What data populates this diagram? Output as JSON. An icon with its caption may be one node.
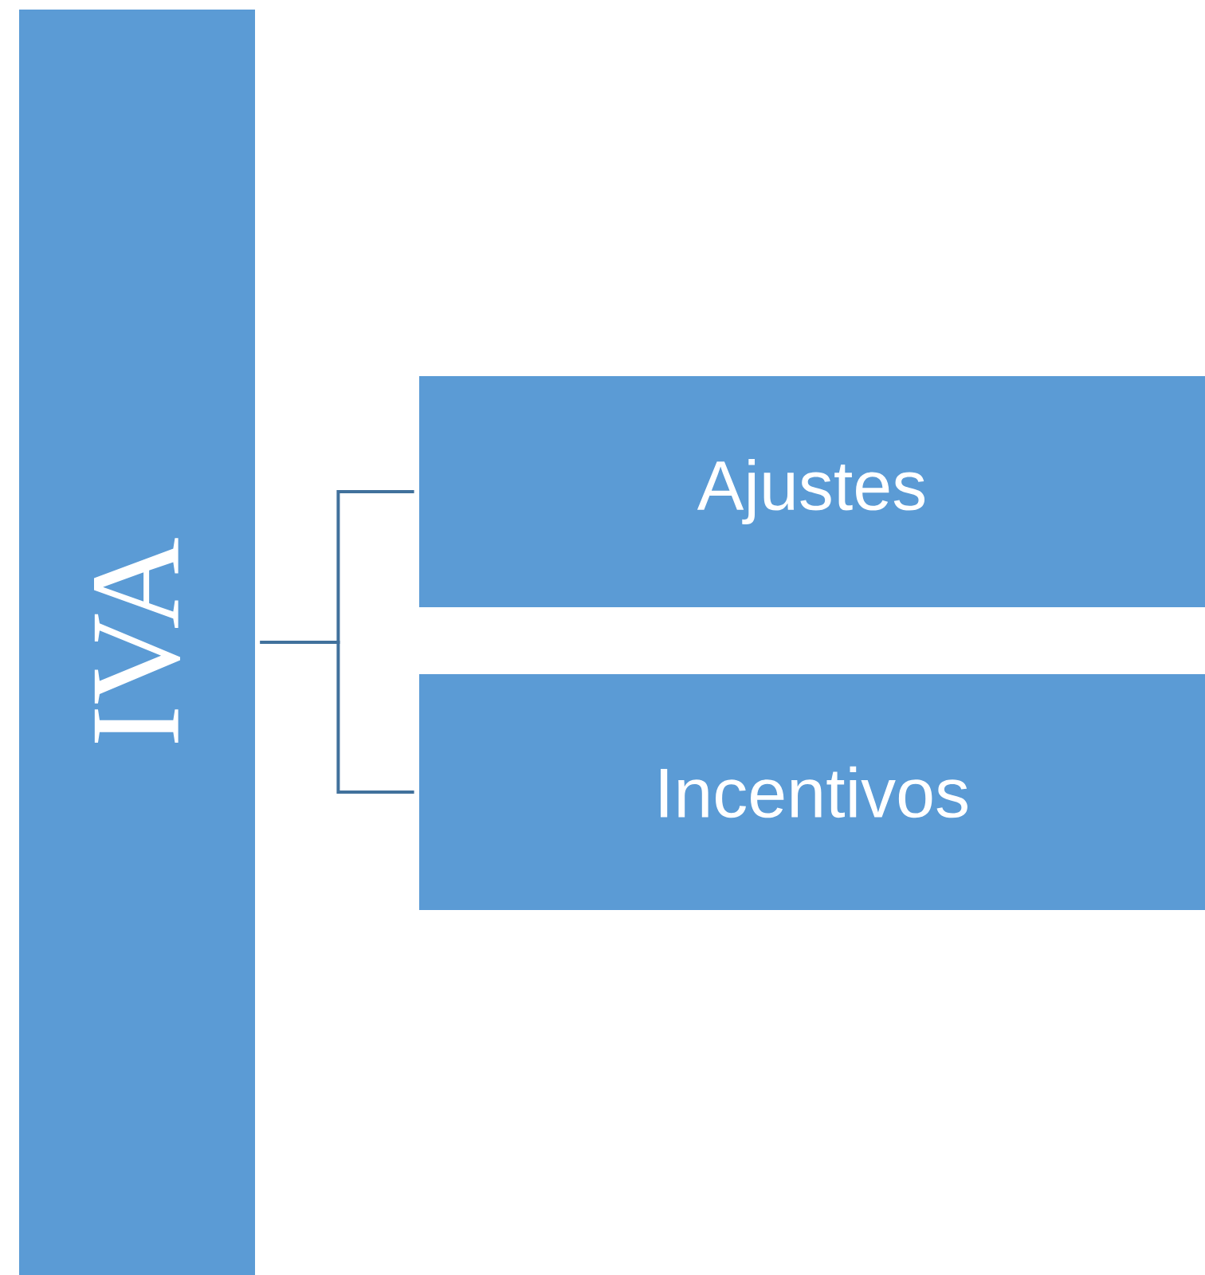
{
  "diagram": {
    "nodes": [
      {
        "text": [
          "IVA"
        ]
      },
      {
        "text": [
          "Ajustes"
        ]
      },
      {
        "text": [
          "Incentivos"
        ]
      }
    ],
    "edges": [
      {
        "from": 0,
        "to": 1,
        "arrow": "none"
      },
      {
        "from": 0,
        "to": 2,
        "arrow": "none"
      }
    ]
  }
}
